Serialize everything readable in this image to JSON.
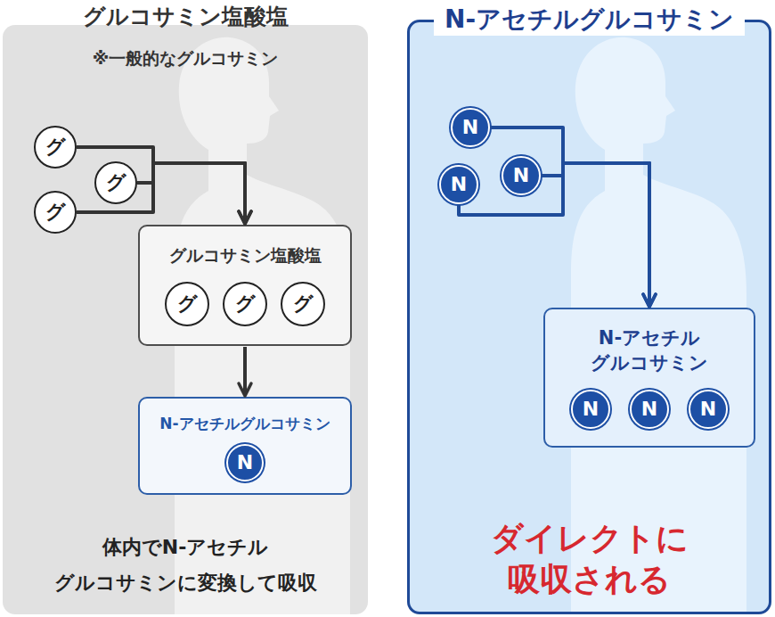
{
  "diagram": {
    "nodes": [
      {
        "text": [
          "グルコサミン塩酸塩",
          "※一般的なグルコサミン",
          "体内でN-アセチル グルコサミンに変換して吸収"
        ]
      },
      {
        "text": [
          "グ"
        ],
        "in": 0
      },
      {
        "text": [
          "グ"
        ],
        "in": 0
      },
      {
        "text": [
          "グ"
        ],
        "in": 0
      },
      {
        "text": [
          "グルコサミン塩酸塩"
        ],
        "in": 0
      },
      {
        "text": [
          "グ"
        ],
        "in": 4
      },
      {
        "text": [
          "グ"
        ],
        "in": 4
      },
      {
        "text": [
          "グ"
        ],
        "in": 4
      },
      {
        "text": [
          "N-アセチルグルコサミン"
        ],
        "in": 0
      },
      {
        "text": [
          "N"
        ],
        "in": 8
      },
      {
        "text": [
          "N-アセチルグルコサミン",
          "ダイレクトに 吸収される"
        ]
      },
      {
        "text": [
          "N"
        ],
        "in": 10
      },
      {
        "text": [
          "N"
        ],
        "in": 10
      },
      {
        "text": [
          "N"
        ],
        "in": 10
      },
      {
        "text": [
          "N-アセチル グルコサミン"
        ],
        "in": 10
      },
      {
        "text": [
          "N"
        ],
        "in": 14
      },
      {
        "text": [
          "N"
        ],
        "in": 14
      },
      {
        "text": [
          "N"
        ],
        "in": 14
      }
    ],
    "edges": [
      {
        "from": 1,
        "to": 4,
        "arrow": "to"
      },
      {
        "from": 2,
        "to": 4,
        "arrow": "to"
      },
      {
        "from": 3,
        "to": 4,
        "arrow": "to"
      },
      {
        "from": 4,
        "to": 8,
        "arrow": "to"
      },
      {
        "from": 11,
        "to": 14,
        "arrow": "to"
      },
      {
        "from": 12,
        "to": 14,
        "arrow": "to"
      },
      {
        "from": 13,
        "to": 14,
        "arrow": "to"
      }
    ]
  }
}
